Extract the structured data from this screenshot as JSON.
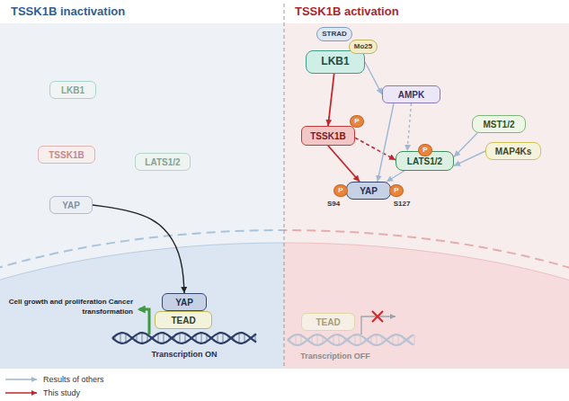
{
  "diagram": {
    "nodes": [
      {
        "text": [
          "TSSK1B inactivation"
        ]
      },
      {
        "text": [
          "TSSK1B activation"
        ]
      },
      {
        "text": [
          "LKB1"
        ],
        "in": 0
      },
      {
        "text": [
          "TSSK1B"
        ],
        "in": 0
      },
      {
        "text": [
          "LATS1/2"
        ],
        "in": 0
      },
      {
        "text": [
          "YAP"
        ],
        "in": 0
      },
      {
        "text": [
          "YAP"
        ],
        "in": 0
      },
      {
        "text": [
          "TEAD"
        ],
        "in": 0
      },
      {
        "text": [
          "STRAD"
        ],
        "in": 1
      },
      {
        "text": [
          "Mo25"
        ],
        "in": 1
      },
      {
        "text": [
          "LKB1"
        ],
        "in": 1
      },
      {
        "text": [
          "TSSK1B"
        ],
        "in": 1
      },
      {
        "text": [
          "AMPK"
        ],
        "in": 1
      },
      {
        "text": [
          "MST1/2"
        ],
        "in": 1
      },
      {
        "text": [
          "MAP4Ks"
        ],
        "in": 1
      },
      {
        "text": [
          "LATS1/2"
        ],
        "in": 1
      },
      {
        "text": [
          "YAP"
        ],
        "in": 1
      },
      {
        "text": [
          "TEAD"
        ],
        "in": 1
      },
      {
        "text": [
          "P"
        ],
        "in": 1
      },
      {
        "text": [
          "P"
        ],
        "in": 1
      },
      {
        "text": [
          "P"
        ],
        "in": 1
      },
      {
        "text": [
          "P"
        ],
        "in": 1
      }
    ],
    "edges": [
      {
        "from": 5,
        "to": 6,
        "arrow": "to"
      },
      {
        "from": 10,
        "to": 11,
        "arrow": "to"
      },
      {
        "from": 11,
        "to": 16,
        "arrow": "to"
      },
      {
        "from": 11,
        "to": 15,
        "arrow": "to"
      },
      {
        "from": 10,
        "to": 12,
        "arrow": "to"
      },
      {
        "from": 12,
        "to": 15,
        "arrow": "to"
      },
      {
        "from": 12,
        "to": 16,
        "arrow": "to"
      },
      {
        "from": 15,
        "to": 16,
        "arrow": "to"
      },
      {
        "from": 13,
        "to": 15,
        "arrow": "to"
      },
      {
        "from": 14,
        "to": 15,
        "arrow": "to"
      }
    ],
    "labels": [
      "Cell growth and proliferation Cancer transformation",
      "Transcription ON",
      "S94",
      "S127",
      "Transcription OFF"
    ],
    "legend": [
      {
        "text": "Results of others"
      },
      {
        "text": "This study"
      }
    ]
  }
}
